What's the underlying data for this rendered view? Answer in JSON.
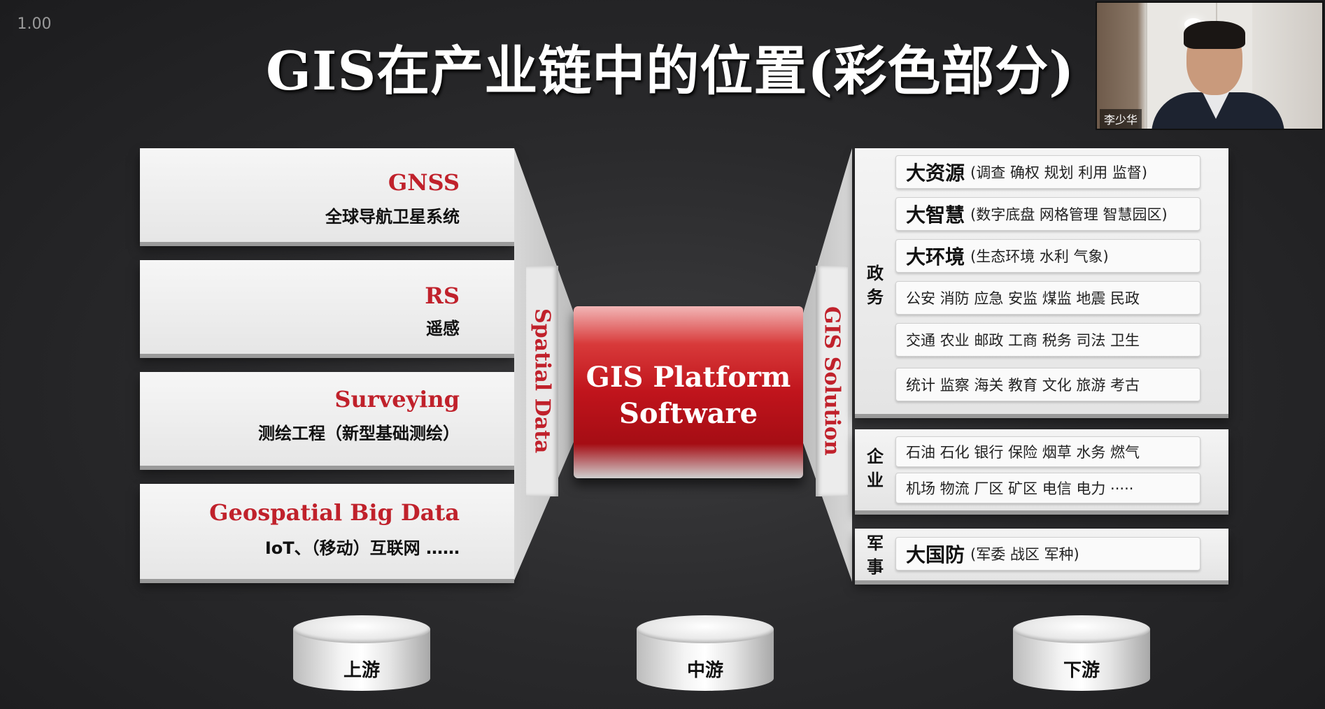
{
  "zoom_badge": "1.00",
  "slide": {
    "title": "GIS在产业链中的位置(彩色部分)"
  },
  "video": {
    "participant_name": "李少华"
  },
  "left_blocks": [
    {
      "en": "GNSS",
      "zh": "全球导航卫星系统"
    },
    {
      "en": "RS",
      "zh": "遥感"
    },
    {
      "en": "Surveying",
      "zh": "测绘工程（新型基础测绘）"
    },
    {
      "en": "Geospatial Big Data",
      "zh": "IoT、（移动）互联网 ……"
    }
  ],
  "spatial_data_label": "Spatial Data",
  "platform": {
    "line1": "GIS Platform",
    "line2": "Software"
  },
  "solution_label": "GIS Solution",
  "government": {
    "label": "政务",
    "rows": [
      {
        "key": "大资源",
        "detail": "(调查 确权 规划 利用 监督)"
      },
      {
        "key": "大智慧",
        "detail": "(数字底盘 网格管理 智慧园区)"
      },
      {
        "key": "大环境",
        "detail": "(生态环境 水利 气象)"
      },
      {
        "key": "",
        "detail": "公安 消防 应急 安监 煤监 地震 民政"
      },
      {
        "key": "",
        "detail": "交通 农业 邮政 工商 税务 司法 卫生"
      },
      {
        "key": "",
        "detail": "统计 监察 海关 教育 文化 旅游 考古"
      }
    ]
  },
  "enterprise": {
    "label": "企业",
    "rows": [
      {
        "key": "",
        "detail": "石油 石化 银行 保险 烟草 水务 燃气"
      },
      {
        "key": "",
        "detail": "机场 物流 厂区 矿区 电信 电力 ·····"
      }
    ]
  },
  "military": {
    "label": "军事",
    "rows": [
      {
        "key": "大国防",
        "detail": "(军委 战区 军种)"
      }
    ]
  },
  "stages": {
    "upstream": "上游",
    "midstream": "中游",
    "downstream": "下游"
  }
}
